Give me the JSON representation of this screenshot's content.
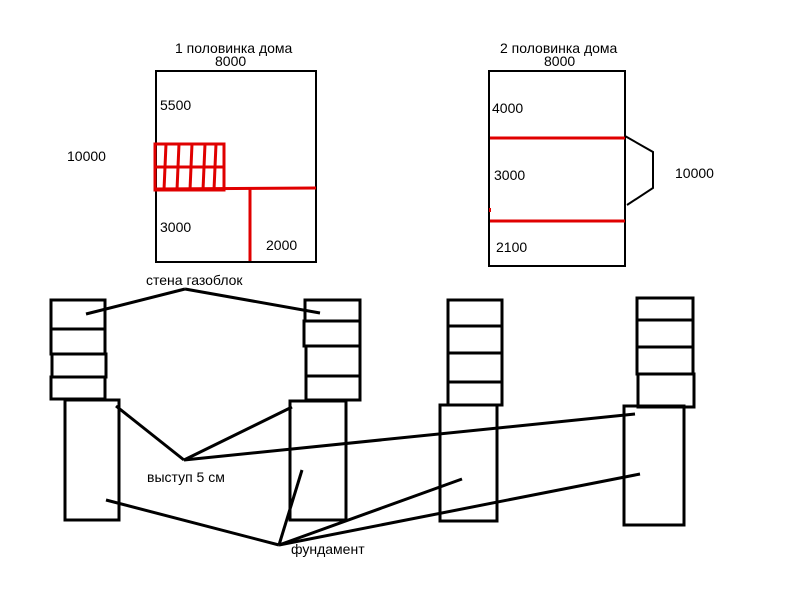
{
  "colors": {
    "ink": "#000000",
    "partition": "#e00000",
    "background": "#ffffff"
  },
  "plan1": {
    "title": "1 половинка дома",
    "width_label": "8000",
    "depth_label": "10000",
    "upper_room_label": "5500",
    "lower_room_label": "3000",
    "side_room_label": "2000"
  },
  "plan2": {
    "title": "2 половинка дома",
    "width_label": "8000",
    "depth_label": "10000",
    "room1_label": "4000",
    "room2_label": "3000",
    "room3_label": "2100"
  },
  "callouts": {
    "wall": "стена газоблок",
    "ledge": "выступ 5 см",
    "foundation": "фундамент"
  }
}
